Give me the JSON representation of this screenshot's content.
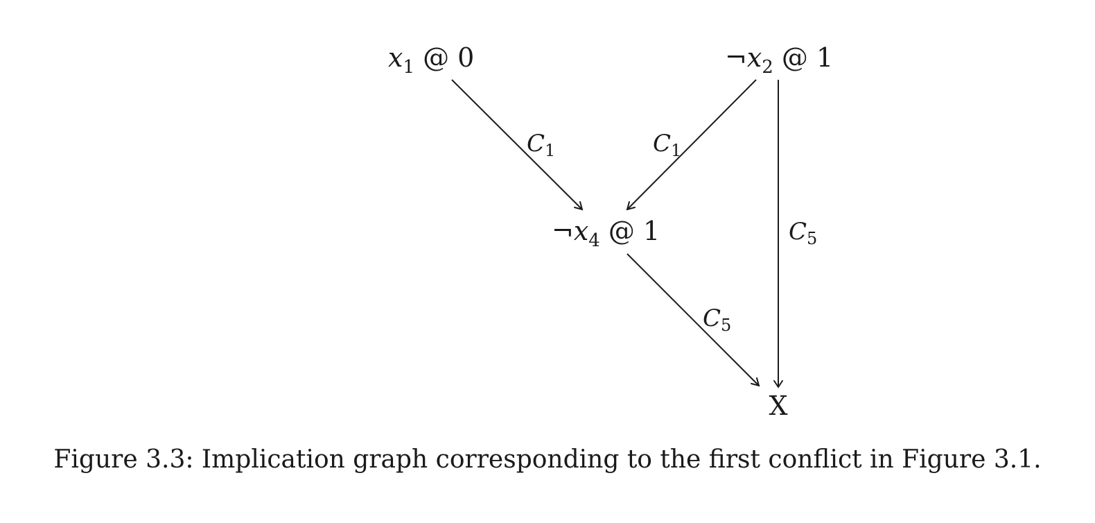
{
  "nodes": {
    "x1": {
      "neg": "",
      "var": "x",
      "sub": "1",
      "tail": " @ 0"
    },
    "x2": {
      "neg": "¬",
      "var": "x",
      "sub": "2",
      "tail": " @ 1"
    },
    "x4": {
      "neg": "¬",
      "var": "x",
      "sub": "4",
      "tail": " @ 1"
    },
    "conflict": {
      "label": "X"
    }
  },
  "edges": [
    {
      "id": "e-x1-x4",
      "from": "x1",
      "to": "x4",
      "label": "C",
      "sub": "1"
    },
    {
      "id": "e-x2-x4",
      "from": "x2",
      "to": "x4",
      "label": "C",
      "sub": "1"
    },
    {
      "id": "e-x2-conflict",
      "from": "x2",
      "to": "conflict",
      "label": "C",
      "sub": "5"
    },
    {
      "id": "e-x4-conflict",
      "from": "x4",
      "to": "conflict",
      "label": "C",
      "sub": "5"
    }
  ],
  "caption": "Figure 3.3: Implication graph corresponding to the first conflict in Figure 3.1."
}
